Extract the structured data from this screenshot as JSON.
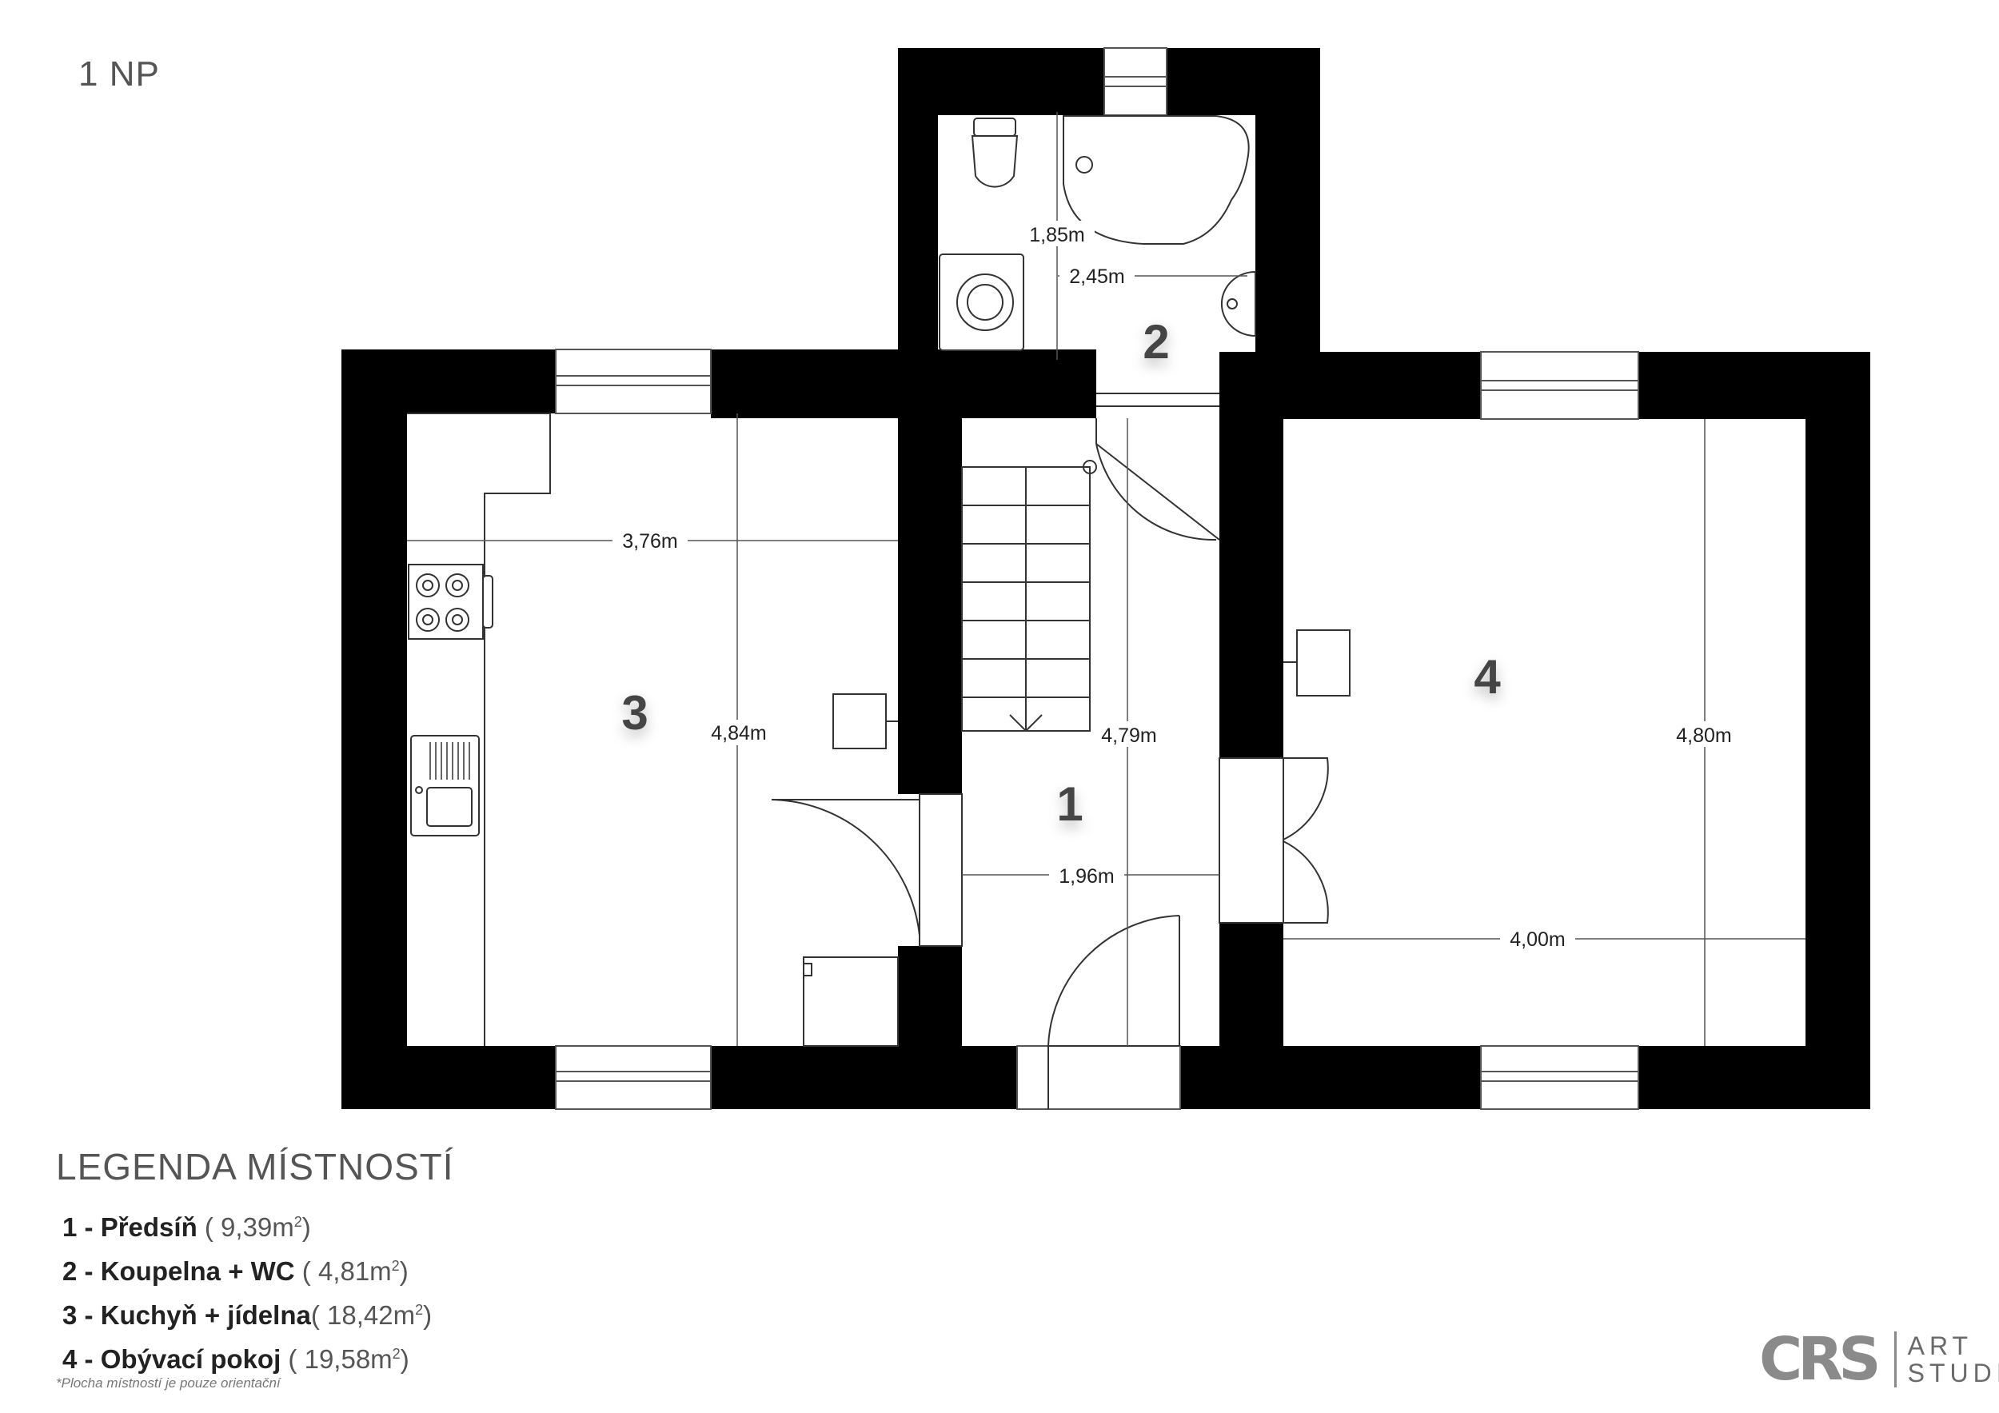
{
  "floor_label": "1 NP",
  "plan": {
    "dimensions": {
      "bath_height": "1,85m",
      "bath_width": "2,45m",
      "kitchen_width": "3,76m",
      "kitchen_height": "4,84m",
      "hall_height": "4,79m",
      "hall_width": "1,96m",
      "living_width": "4,00m",
      "living_height": "4,80m"
    },
    "room_numbers": {
      "hall": "1",
      "bathroom": "2",
      "kitchen": "3",
      "living": "4"
    },
    "colors": {
      "wall": "#000000",
      "line": "#333333",
      "background": "#ffffff"
    }
  },
  "legend": {
    "title": "LEGENDA MÍSTNOSTÍ",
    "items": [
      {
        "num": "1 - ",
        "name": "Předsíň",
        "area": " ( 9,39m",
        "sup": "2",
        "close": ")"
      },
      {
        "num": "2 - ",
        "name": "Koupelna + WC",
        "area": " ( 4,81m",
        "sup": "2",
        "close": ")"
      },
      {
        "num": "3 - ",
        "name": "Kuchyň + jídelna",
        "area": "( 18,42m",
        "sup": "2",
        "close": ")"
      },
      {
        "num": "4 - ",
        "name": "Obývací pokoj",
        "area": " ( 19,58m",
        "sup": "2",
        "close": ")"
      }
    ],
    "note": "*Plocha místností je pouze orientační"
  },
  "logo": {
    "mark": "CRS",
    "line1": "ART",
    "line2": "STUDIO"
  }
}
